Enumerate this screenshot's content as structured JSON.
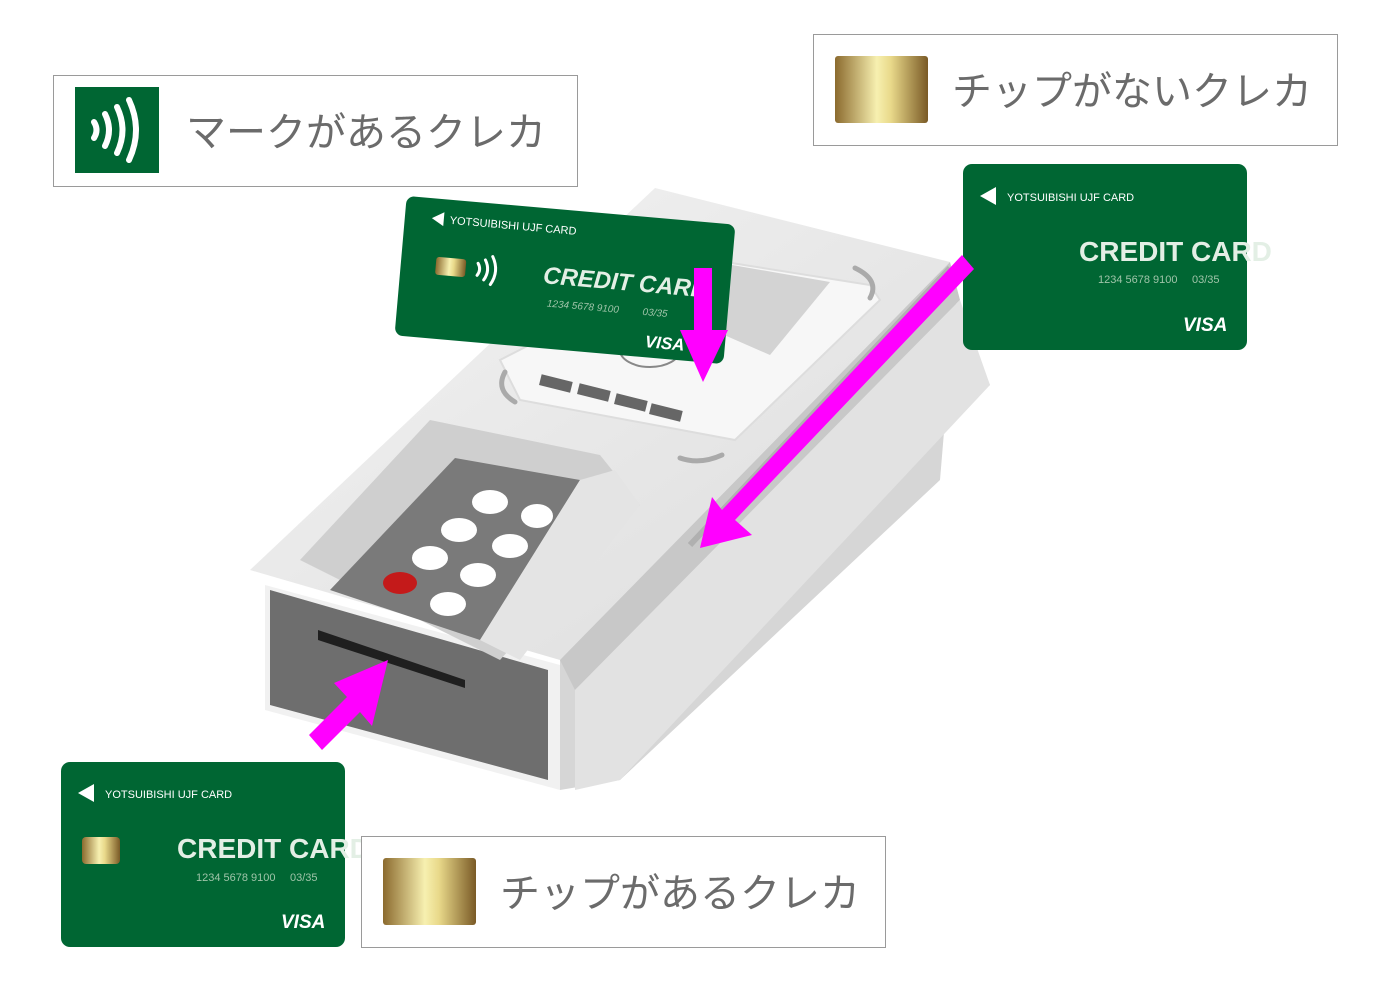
{
  "labels": {
    "contactless": "マークがあるクレカ",
    "no_chip": "チップがないクレカ",
    "chip": "チップがあるクレカ"
  },
  "card": {
    "brand": "YOTSUIBISHI UJF CARD",
    "title": "CREDIT CARD",
    "number": "1234 5678 9100",
    "expiry": "03/35",
    "network": "VISA"
  },
  "colors": {
    "card_green": "#006633",
    "arrow": "#ff00ff",
    "chip_gold": "#c9a75a",
    "terminal": "#e8e8e8"
  },
  "icons": [
    "contactless-icon",
    "chip-icon"
  ]
}
